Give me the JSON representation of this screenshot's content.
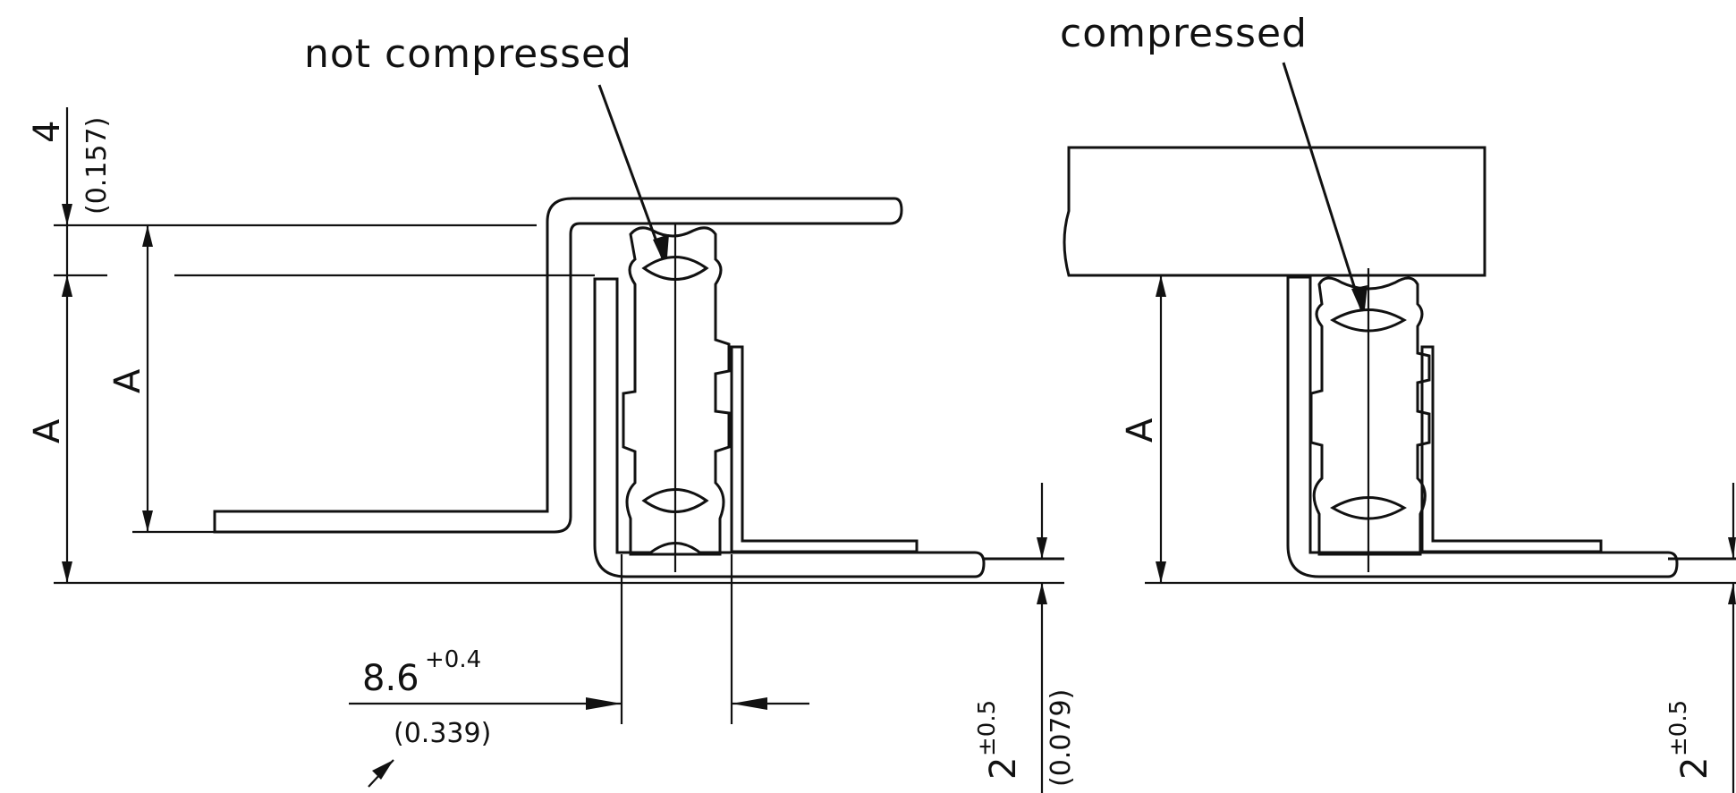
{
  "labels": {
    "not_compressed": "not compressed",
    "compressed": "compressed"
  },
  "dimensions": {
    "top_offset_value": "4",
    "top_offset_inch": "(0.157)",
    "height_label": "A",
    "width_value": "8.6",
    "width_tol": "+0.4",
    "width_inch": "(0.339)",
    "gap_value": "2",
    "gap_tol": "±0.5",
    "gap_inch": "(0.079)"
  },
  "colors": {
    "ink": "#111111",
    "paper": "#ffffff"
  }
}
